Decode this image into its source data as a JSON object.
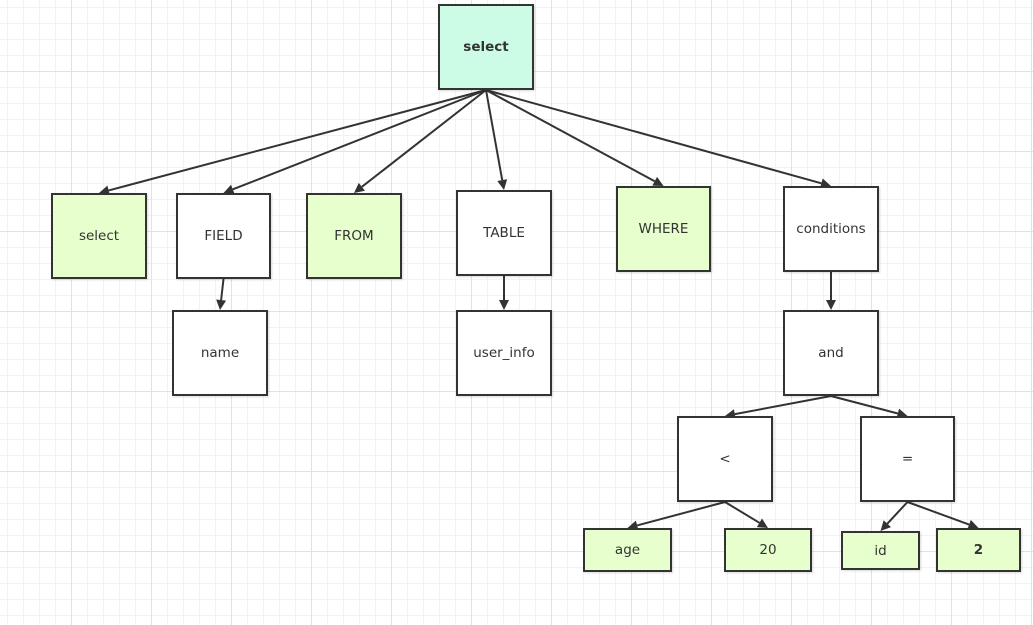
{
  "colors": {
    "root_fill": "#ccfbe6",
    "token_fill": "#e6ffcc",
    "plain_fill": "#ffffff",
    "border": "#333333",
    "edge": "#333333"
  },
  "nodes": {
    "root": {
      "label": "select",
      "fill": "root_fill",
      "bold": true
    },
    "kw_select": {
      "label": "select",
      "fill": "token_fill"
    },
    "field": {
      "label": "FIELD",
      "fill": "plain_fill"
    },
    "name": {
      "label": "name",
      "fill": "plain_fill"
    },
    "kw_from": {
      "label": "FROM",
      "fill": "token_fill"
    },
    "table": {
      "label": "TABLE",
      "fill": "plain_fill"
    },
    "user_info": {
      "label": "user_info",
      "fill": "plain_fill"
    },
    "kw_where": {
      "label": "WHERE",
      "fill": "token_fill"
    },
    "conditions": {
      "label": "conditions",
      "fill": "plain_fill"
    },
    "and": {
      "label": "and",
      "fill": "plain_fill"
    },
    "lt": {
      "label": "<",
      "fill": "plain_fill"
    },
    "eq": {
      "label": "=",
      "fill": "plain_fill"
    },
    "age": {
      "label": "age",
      "fill": "token_fill"
    },
    "v20": {
      "label": "20",
      "fill": "token_fill"
    },
    "id": {
      "label": "id",
      "fill": "token_fill"
    },
    "v2": {
      "label": "2",
      "fill": "token_fill",
      "bold": true
    }
  },
  "edges": [
    [
      "root",
      "kw_select"
    ],
    [
      "root",
      "field"
    ],
    [
      "root",
      "kw_from"
    ],
    [
      "root",
      "table"
    ],
    [
      "root",
      "kw_where"
    ],
    [
      "root",
      "conditions"
    ],
    [
      "field",
      "name"
    ],
    [
      "table",
      "user_info"
    ],
    [
      "conditions",
      "and"
    ],
    [
      "and",
      "lt"
    ],
    [
      "and",
      "eq"
    ],
    [
      "lt",
      "age"
    ],
    [
      "lt",
      "v20"
    ],
    [
      "eq",
      "id"
    ],
    [
      "eq",
      "v2"
    ]
  ]
}
